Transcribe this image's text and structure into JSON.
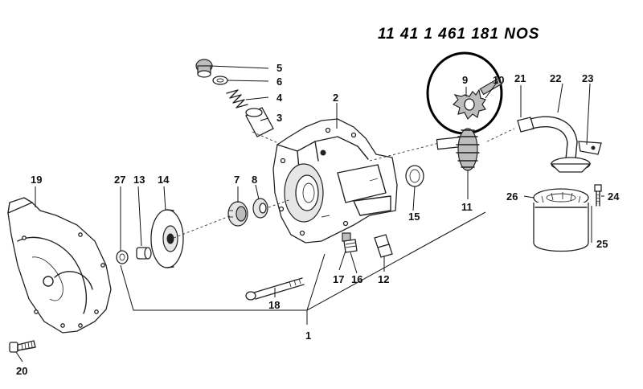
{
  "title": "11 41 1 461 181 NOS",
  "parts": [
    {
      "id": "p1",
      "label": "1"
    },
    {
      "id": "p2",
      "label": "2"
    },
    {
      "id": "p3",
      "label": "3"
    },
    {
      "id": "p4",
      "label": "4"
    },
    {
      "id": "p5",
      "label": "5"
    },
    {
      "id": "p6",
      "label": "6"
    },
    {
      "id": "p7",
      "label": "7"
    },
    {
      "id": "p8",
      "label": "8"
    },
    {
      "id": "p9",
      "label": "9"
    },
    {
      "id": "p10",
      "label": "10"
    },
    {
      "id": "p11",
      "label": "11"
    },
    {
      "id": "p12",
      "label": "12"
    },
    {
      "id": "p13",
      "label": "13"
    },
    {
      "id": "p14",
      "label": "14"
    },
    {
      "id": "p15",
      "label": "15"
    },
    {
      "id": "p16",
      "label": "16"
    },
    {
      "id": "p17",
      "label": "17"
    },
    {
      "id": "p18",
      "label": "18"
    },
    {
      "id": "p19",
      "label": "19"
    },
    {
      "id": "p20",
      "label": "20"
    },
    {
      "id": "p21",
      "label": "21"
    },
    {
      "id": "p22",
      "label": "22"
    },
    {
      "id": "p23",
      "label": "23"
    },
    {
      "id": "p24",
      "label": "24"
    },
    {
      "id": "p25",
      "label": "25"
    },
    {
      "id": "p26",
      "label": "26"
    },
    {
      "id": "p27",
      "label": "27"
    }
  ]
}
